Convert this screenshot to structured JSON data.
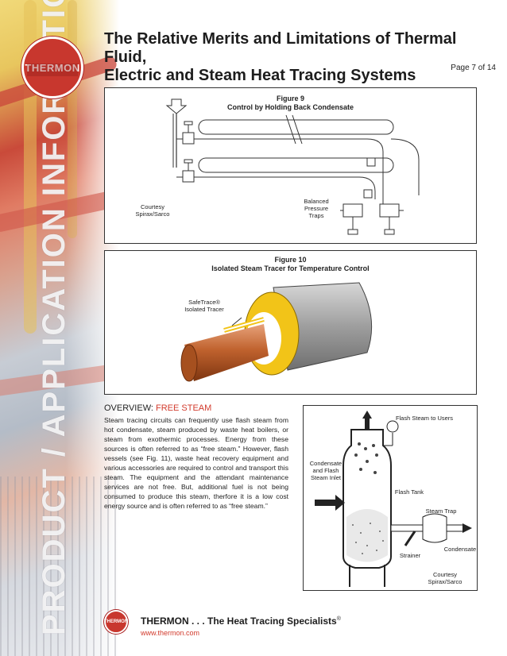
{
  "sidebar": {
    "vertical_text": "PRODUCT / APPLICATION INFORMATION"
  },
  "logo": {
    "text": "THERMON"
  },
  "header": {
    "title_line1": "The Relative Merits and Limitations of Thermal Fluid,",
    "title_line2": "Electric and Steam Heat Tracing Systems",
    "page_indicator": "Page 7 of 14"
  },
  "figure9": {
    "number": "Figure 9",
    "title": "Control by Holding Back Condensate",
    "courtesy_line1": "Courtesy",
    "courtesy_line2": "Spirax/Sarco",
    "traps_line1": "Balanced",
    "traps_line2": "Pressure",
    "traps_line3": "Traps"
  },
  "figure10": {
    "number": "Figure 10",
    "title": "Isolated Steam Tracer for Temperature Control",
    "label_line1": "SafeTrace®",
    "label_line2": "Isolated Tracer"
  },
  "overview": {
    "heading_prefix": "OVERVIEW: ",
    "heading_accent": "FREE STEAM",
    "body": "Steam tracing circuits can frequently use flash steam from hot condensate, steam produced by waste heat boilers, or steam from exothermic processes. Energy from these sources is often referred to as “free steam.” However, flash vessels (see Fig. 11), waste heat recovery equipment and various accessories are required to control and transport this steam. The equipment and the attendant maintenance services are not free. But, additional fuel is not being consumed to produce this steam, therfore it is a low cost energy source and is often referred to as “free steam.”"
  },
  "figure11": {
    "flash_steam_to_users": "Flash Steam to Users",
    "inlet_line1": "Condensate",
    "inlet_line2": "and Flash",
    "inlet_line3": "Steam Inlet",
    "flash_tank": "Flash Tank",
    "steam_trap": "Steam Trap",
    "condensate": "Condensate",
    "strainer": "Strainer",
    "courtesy_line1": "Courtesy",
    "courtesy_line2": "Spirax/Sarco"
  },
  "footer": {
    "logo_text": "THERMON",
    "tagline": "THERMON . . . The Heat Tracing Specialists",
    "tagline_mark": "®",
    "url": "www.thermon.com"
  },
  "colors": {
    "brand_red": "#c8372e",
    "accent_red": "#d23b2d",
    "copper": "#c0622e",
    "insulation_yellow": "#f2c418"
  }
}
